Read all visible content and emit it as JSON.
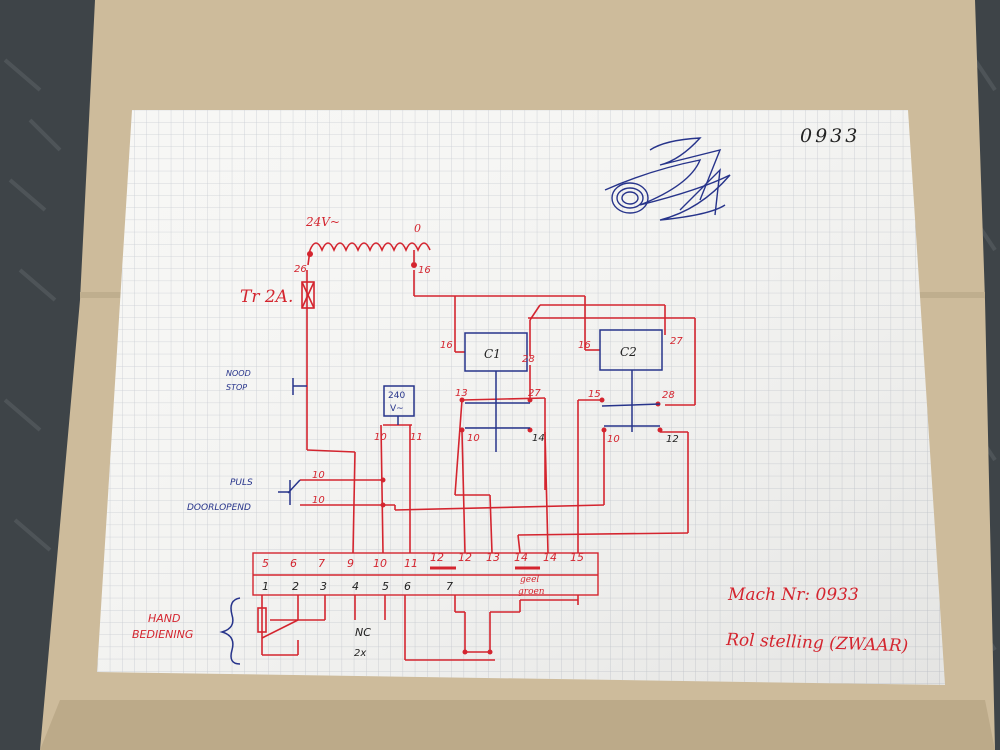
{
  "colors": {
    "ink_red": "#d4252f",
    "ink_blue": "#27348b",
    "paper": "#f7f7f5",
    "folder": "#cdbb9b",
    "grid": "#c9cdd3",
    "floor": "#3e4448"
  },
  "doc": {
    "ref_number": "0933",
    "transformer_voltage": "24V~",
    "coil_left_pin": "26",
    "coil_right_pin": "16",
    "coil_zero": "0",
    "fuse_label": "Tr 2A.",
    "emergency_stop": [
      "NOOD",
      "STOP"
    ],
    "puls_label": "PULS",
    "continuous_label": "DOORLOPEND",
    "relay_c1": "C1",
    "relay_c2": "C2",
    "ac_box": [
      "240",
      "V~"
    ],
    "hand_label": [
      "HAND",
      "BEDIENING"
    ],
    "nc_label": "NC",
    "nc_count": "2x",
    "wire_colors": [
      "geel",
      "groen"
    ],
    "machine_number": "Mach Nr: 0933",
    "machine_name": "Rol stelling (ZWAAR)",
    "terminal_top": [
      "5",
      "6",
      "7",
      "9",
      "10",
      "11",
      "12",
      "12",
      "13",
      "14",
      "14",
      "15"
    ],
    "terminal_bottom": [
      "1",
      "2",
      "3",
      "4",
      "5",
      "6",
      "7"
    ],
    "relay_pins": {
      "c1_in": "16",
      "c1_out": "28",
      "c1_a": "13",
      "c1_b": "27",
      "c1_c": "10",
      "c1_d": "14",
      "c2_in": "16",
      "c2_out": "27",
      "c2_a": "15",
      "c2_b": "28",
      "c2_c": "10",
      "c2_d": "12",
      "ac_a": "10",
      "ac_b": "11",
      "puls_pin": "10",
      "cont_pin": "10"
    }
  }
}
